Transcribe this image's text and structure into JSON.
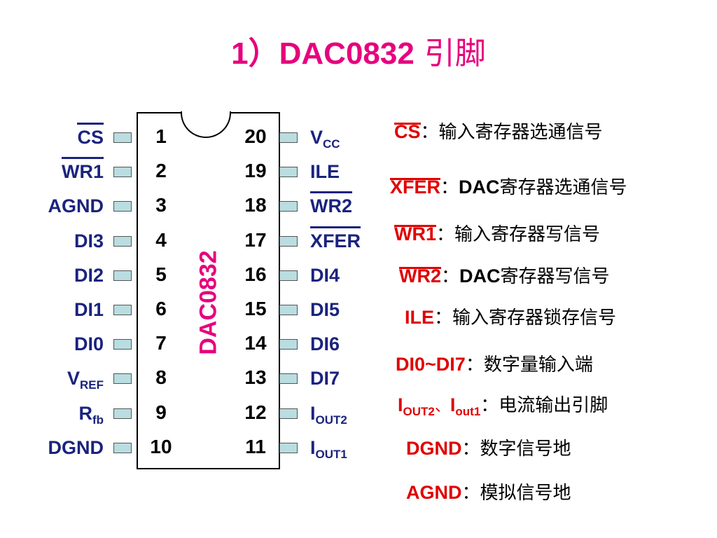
{
  "title": {
    "prefix": "1）DAC0832",
    "suffix": " 引脚"
  },
  "chip": {
    "name": "DAC0832",
    "left_pins": [
      {
        "num": "1",
        "label": "CS",
        "overline": true
      },
      {
        "num": "2",
        "label": "WR1",
        "overline": true
      },
      {
        "num": "3",
        "label": "AGND",
        "overline": false
      },
      {
        "num": "4",
        "label": "DI3",
        "overline": false
      },
      {
        "num": "5",
        "label": "DI2",
        "overline": false
      },
      {
        "num": "6",
        "label": "DI1",
        "overline": false
      },
      {
        "num": "7",
        "label": "DI0",
        "overline": false
      },
      {
        "num": "8",
        "label": "V",
        "sub": "REF",
        "overline": false
      },
      {
        "num": "9",
        "label": "R",
        "sub": "fb",
        "overline": false
      },
      {
        "num": "10",
        "label": "DGND",
        "overline": false
      }
    ],
    "right_pins": [
      {
        "num": "20",
        "label": "V",
        "sub": "CC",
        "overline": false
      },
      {
        "num": "19",
        "label": "ILE",
        "overline": false
      },
      {
        "num": "18",
        "label": "WR2",
        "overline": true
      },
      {
        "num": "17",
        "label": "XFER",
        "overline": true
      },
      {
        "num": "16",
        "label": "DI4",
        "overline": false
      },
      {
        "num": "15",
        "label": "DI5",
        "overline": false
      },
      {
        "num": "14",
        "label": "DI6",
        "overline": false
      },
      {
        "num": "13",
        "label": "DI7",
        "overline": false
      },
      {
        "num": "12",
        "label": "I",
        "sub": "OUT2",
        "overline": false
      },
      {
        "num": "11",
        "label": "I",
        "sub": "OUT1",
        "overline": false
      }
    ]
  },
  "legend": [
    {
      "name": "CS",
      "sep": "：",
      "desc": "输入寄存器选通信号"
    },
    {
      "name": "XFER",
      "sep": "：",
      "desc_prefix": "DAC",
      "desc": "寄存器选通信号"
    },
    {
      "name": "WR1",
      "sep": "：",
      "desc": "输入寄存器写信号"
    },
    {
      "name": "WR2",
      "sep": "：",
      "desc_prefix": "DAC",
      "desc": "寄存器写信号"
    },
    {
      "name": "ILE",
      "sep": "：",
      "desc": "输入寄存器锁存信号"
    },
    {
      "name": "DI0~DI7",
      "sep": "：",
      "desc": "数字量输入端"
    },
    {
      "name_a": "I",
      "sub_a": "OUT2",
      "joiner": "、",
      "name_b": "I",
      "sub_b": "out1",
      "sep": "：",
      "desc": "电流输出引脚"
    },
    {
      "name": "DGND",
      "sep": "：",
      "desc": "数字信号地"
    },
    {
      "name": "AGND",
      "sep": "：",
      "desc": "模拟信号地"
    }
  ],
  "colors": {
    "title": "#e6007e",
    "pin_label": "#1a237e",
    "legend_name": "#e00000",
    "pin_fill": "#b9dde0"
  }
}
